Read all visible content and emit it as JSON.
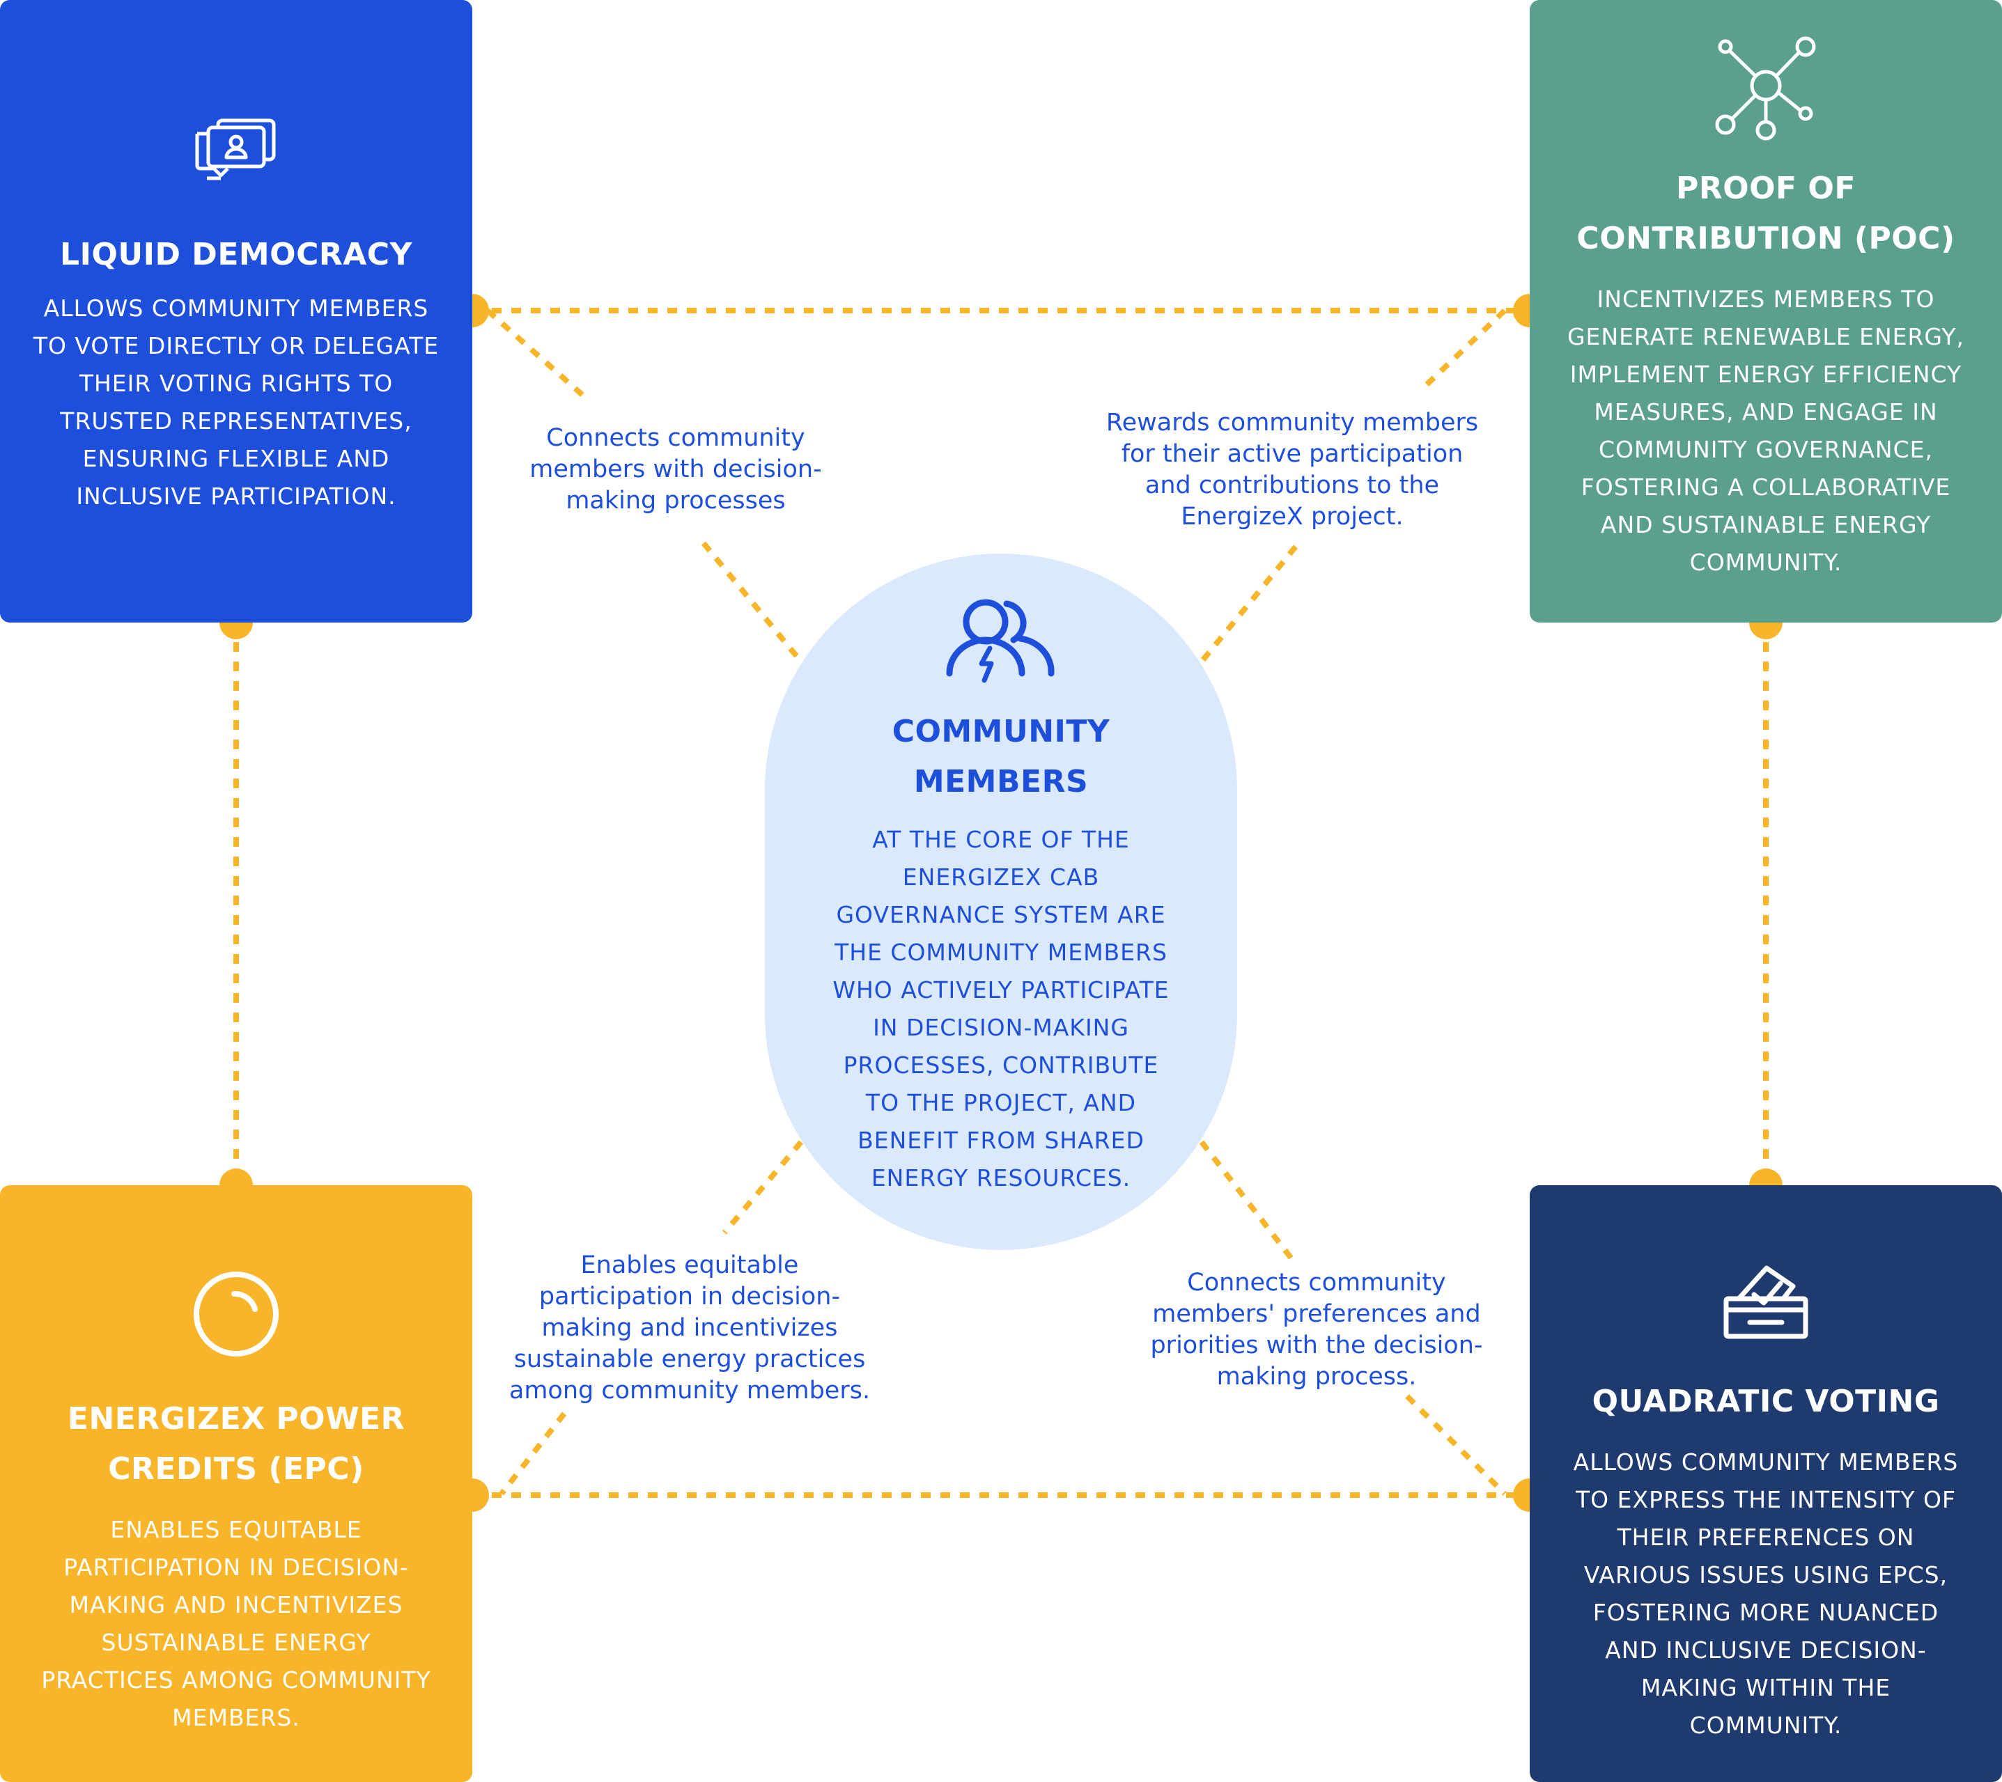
{
  "colors": {
    "liquid_democracy": "#1e4fdb",
    "proof_of_contribution": "#5b9f8e",
    "power_credits": "#f8b529",
    "quadratic_voting": "#1e3a6e",
    "hub_fill": "#dbe9fc",
    "connector": "#f8b529",
    "label_text": "#1e4fdb"
  },
  "hub": {
    "icon": "community-people-lightning-icon",
    "title": "COMMUNITY\nMEMBERS",
    "description": "AT THE CORE OF THE\nENERGIZEX CAB\nGOVERNANCE SYSTEM ARE\nTHE COMMUNITY MEMBERS\nWHO ACTIVELY PARTICIPATE\nIN DECISION-MAKING\nPROCESSES, CONTRIBUTE\nTO THE PROJECT, AND\nBENEFIT FROM SHARED\nENERGY RESOURCES."
  },
  "cards": {
    "liquid_democracy": {
      "icon": "chat-person-icon",
      "title": "LIQUID DEMOCRACY",
      "description": "ALLOWS COMMUNITY MEMBERS\nTO VOTE DIRECTLY OR DELEGATE\nTHEIR VOTING RIGHTS TO\nTRUSTED REPRESENTATIVES,\nENSURING FLEXIBLE AND\nINCLUSIVE PARTICIPATION."
    },
    "proof_of_contribution": {
      "icon": "network-nodes-icon",
      "title": "PROOF OF\nCONTRIBUTION (POC)",
      "description": "INCENTIVIZES MEMBERS TO\nGENERATE RENEWABLE ENERGY,\nIMPLEMENT ENERGY EFFICIENCY\nMEASURES, AND ENGAGE IN\nCOMMUNITY GOVERNANCE,\nFOSTERING A COLLABORATIVE\nAND SUSTAINABLE ENERGY\nCOMMUNITY."
    },
    "power_credits": {
      "icon": "coin-circle-icon",
      "title": "ENERGIZEX POWER\nCREDITS (EPC)",
      "description": "ENABLES EQUITABLE\nPARTICIPATION IN DECISION-\nMAKING AND INCENTIVIZES\nSUSTAINABLE ENERGY\nPRACTICES AMONG COMMUNITY\nMEMBERS."
    },
    "quadratic_voting": {
      "icon": "ballot-box-check-icon",
      "title": "QUADRATIC VOTING",
      "description": "ALLOWS COMMUNITY MEMBERS\nTO EXPRESS THE INTENSITY OF\nTHEIR PREFERENCES ON\nVARIOUS ISSUES USING EPCS,\nFOSTERING MORE NUANCED\nAND INCLUSIVE DECISION-\nMAKING WITHIN THE\nCOMMUNITY."
    }
  },
  "edge_labels": {
    "liquid_democracy_to_hub": "Connects community\nmembers with decision-\nmaking processes",
    "poc_to_hub": "Rewards community members\nfor their active participation\nand contributions to the\nEnergizeX project.",
    "epc_to_hub": "Enables equitable\nparticipation in decision-\nmaking and incentivizes\nsustainable energy practices\namong community members.",
    "qv_to_hub": "Connects community\nmembers' preferences and\npriorities with the decision-\nmaking process."
  }
}
